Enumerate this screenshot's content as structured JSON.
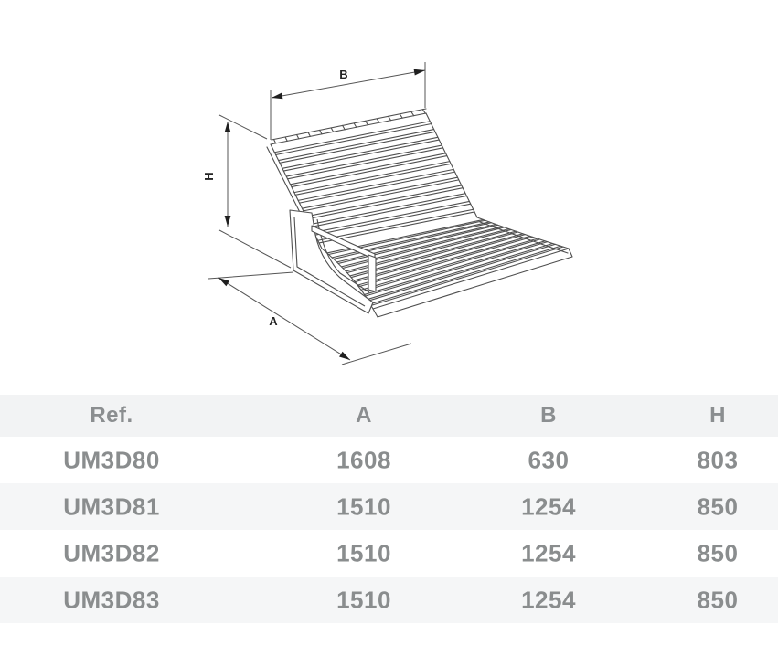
{
  "diagram": {
    "labels": {
      "b": "B",
      "h": "H",
      "a": "A"
    }
  },
  "table": {
    "columns": [
      "Ref.",
      "A",
      "B",
      "H"
    ],
    "rows": [
      {
        "ref": "UM3D80",
        "a": "1608",
        "b": "630",
        "h": "803"
      },
      {
        "ref": "UM3D81",
        "a": "1510",
        "b": "1254",
        "h": "850"
      },
      {
        "ref": "UM3D82",
        "a": "1510",
        "b": "1254",
        "h": "850"
      },
      {
        "ref": "UM3D83",
        "a": "1510",
        "b": "1254",
        "h": "850"
      }
    ]
  },
  "colors": {
    "drawing_line": "#4f4f4f",
    "dimension_line": "#555555",
    "arrow_fill": "#1f1f1f",
    "table_header_bg": "#f2f3f4",
    "row_stripe_bg": "#f5f6f7",
    "table_text": "#8a8d8e"
  }
}
